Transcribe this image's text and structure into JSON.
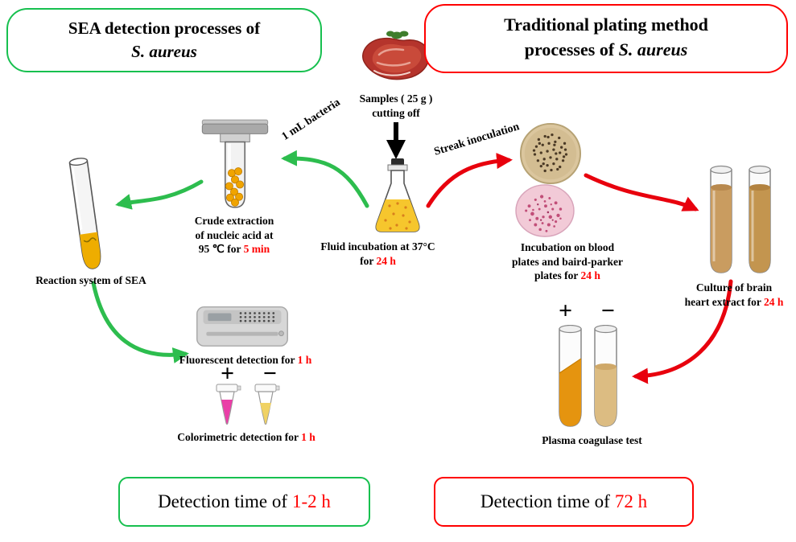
{
  "colors": {
    "green_accent": "#17c04f",
    "red_accent": "#ff0000",
    "arrow_green": "#2dbd4e",
    "arrow_red": "#e8000d"
  },
  "header": {
    "left": {
      "line1": "SEA detection processes of",
      "line2": "S. aureus"
    },
    "right": {
      "line1": "Traditional plating method",
      "line2_prefix": "processes of ",
      "line2_species": "S. aureus"
    }
  },
  "center": {
    "sample_line1": "Samples ( 25 g )",
    "sample_line2": "cutting off",
    "bacteria_arrow_label": "1 mL bacteria",
    "streak_arrow_label": "Streak inoculation",
    "flask_line1": "Fluid incubation at 37°C",
    "flask_line2_prefix": "for ",
    "flask_time": "24 h"
  },
  "sea_branch": {
    "crude_line1": "Crude extraction",
    "crude_line2": "of nucleic acid at",
    "crude_line3_prefix": "95 ℃ for ",
    "crude_time": "5 min",
    "reaction_caption": "Reaction system of SEA",
    "fluorescent_prefix": "Fluorescent detection for ",
    "fluorescent_time": "1 h",
    "plus_sign": "+",
    "minus_sign": "−",
    "colorimetric_prefix": "Colorimetric detection for ",
    "colorimetric_time": "1 h",
    "summary_prefix": "Detection time of ",
    "summary_time": "1-2 h"
  },
  "plating_branch": {
    "incubation_line1": "Incubation on blood",
    "incubation_line2": "plates and baird-parker",
    "incubation_line3_prefix": "plates for ",
    "incubation_time": "24 h",
    "culture_line1": "Culture of brain",
    "culture_line2_prefix": "heart extract for ",
    "culture_time": "24 h",
    "plus_sign": "+",
    "minus_sign": "−",
    "plasma_caption": "Plasma coagulase test",
    "summary_prefix": "Detection time of ",
    "summary_time": "72 h"
  }
}
